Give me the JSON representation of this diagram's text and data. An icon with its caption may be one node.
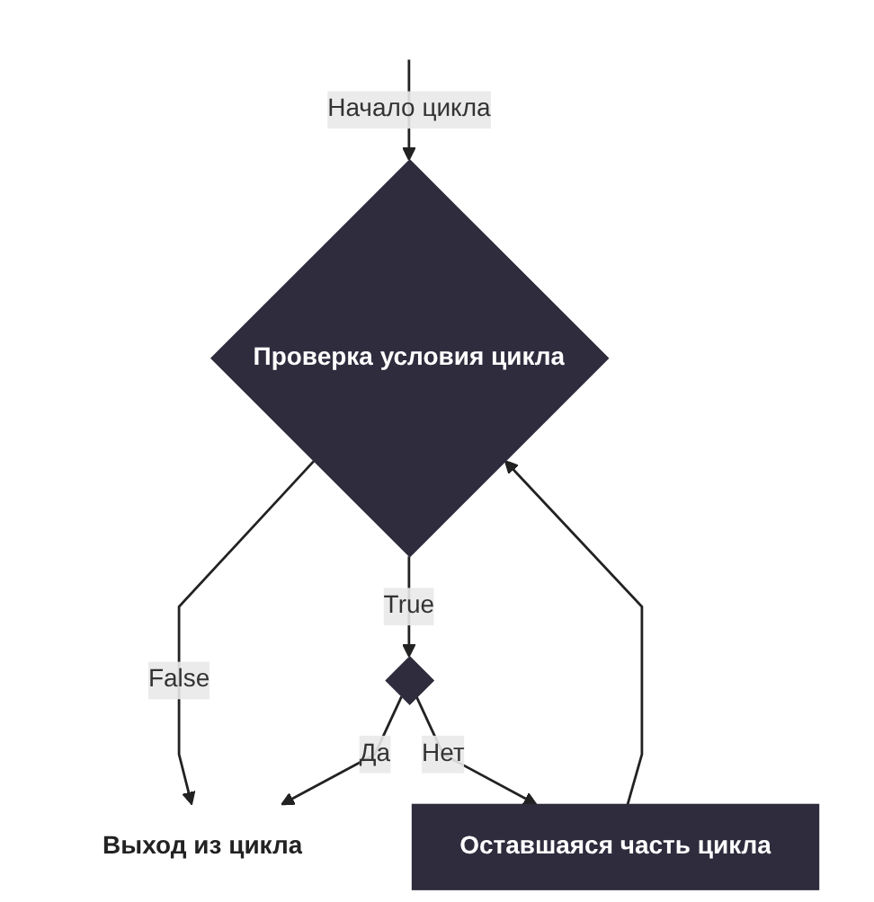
{
  "diagram": {
    "nodes": [
      {
        "text": [
          "Проверка условия цикла"
        ]
      },
      {
        "text": [],
        "shape": "diamond"
      },
      {
        "text": [
          "Оставшаяся часть цикла"
        ]
      },
      {
        "text": [
          "Выход из цикла"
        ]
      }
    ],
    "edges": [
      {
        "from": null,
        "to": 0,
        "arrow": "to",
        "label": "Начало цикла"
      },
      {
        "from": 0,
        "to": 3,
        "arrow": "to",
        "label": "False"
      },
      {
        "from": 0,
        "to": 1,
        "arrow": "to",
        "label": "True"
      },
      {
        "from": 1,
        "to": 3,
        "arrow": "to",
        "label": "Да"
      },
      {
        "from": 1,
        "to": 2,
        "arrow": "to",
        "label": "Нет"
      },
      {
        "from": 2,
        "to": 0,
        "arrow": "to"
      }
    ]
  }
}
